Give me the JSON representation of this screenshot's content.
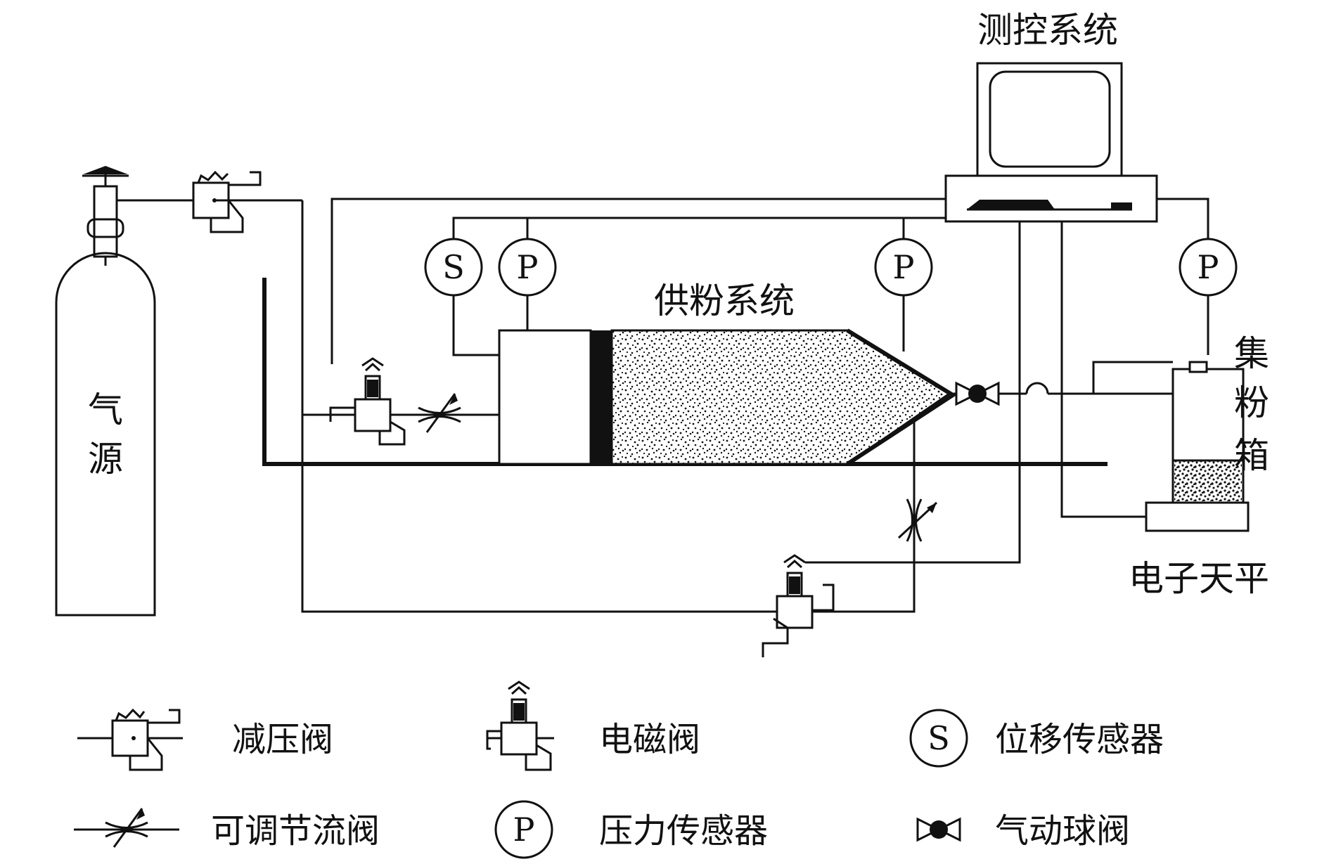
{
  "labels": {
    "gas_source_line1": "气",
    "gas_source_line2": "源",
    "control_system": "测控系统",
    "powder_supply_system": "供粉系统",
    "collector_line1": "集",
    "collector_line2": "粉",
    "collector_line3": "箱",
    "electronic_balance": "电子天平"
  },
  "sensors": {
    "displacement_symbol": "S",
    "pressure_symbol": "P"
  },
  "legend": [
    {
      "symbol": "pressure-reducing-valve",
      "text": "减压阀"
    },
    {
      "symbol": "solenoid-valve",
      "text": "电磁阀"
    },
    {
      "symbol": "displacement-sensor",
      "text": "位移传感器",
      "symbol_text": "S"
    },
    {
      "symbol": "adjustable-throttle-valve",
      "text": "可调节流阀"
    },
    {
      "symbol": "pressure-sensor",
      "text": "压力传感器",
      "symbol_text": "P"
    },
    {
      "symbol": "pneumatic-ball-valve",
      "text": "气动球阀"
    }
  ]
}
